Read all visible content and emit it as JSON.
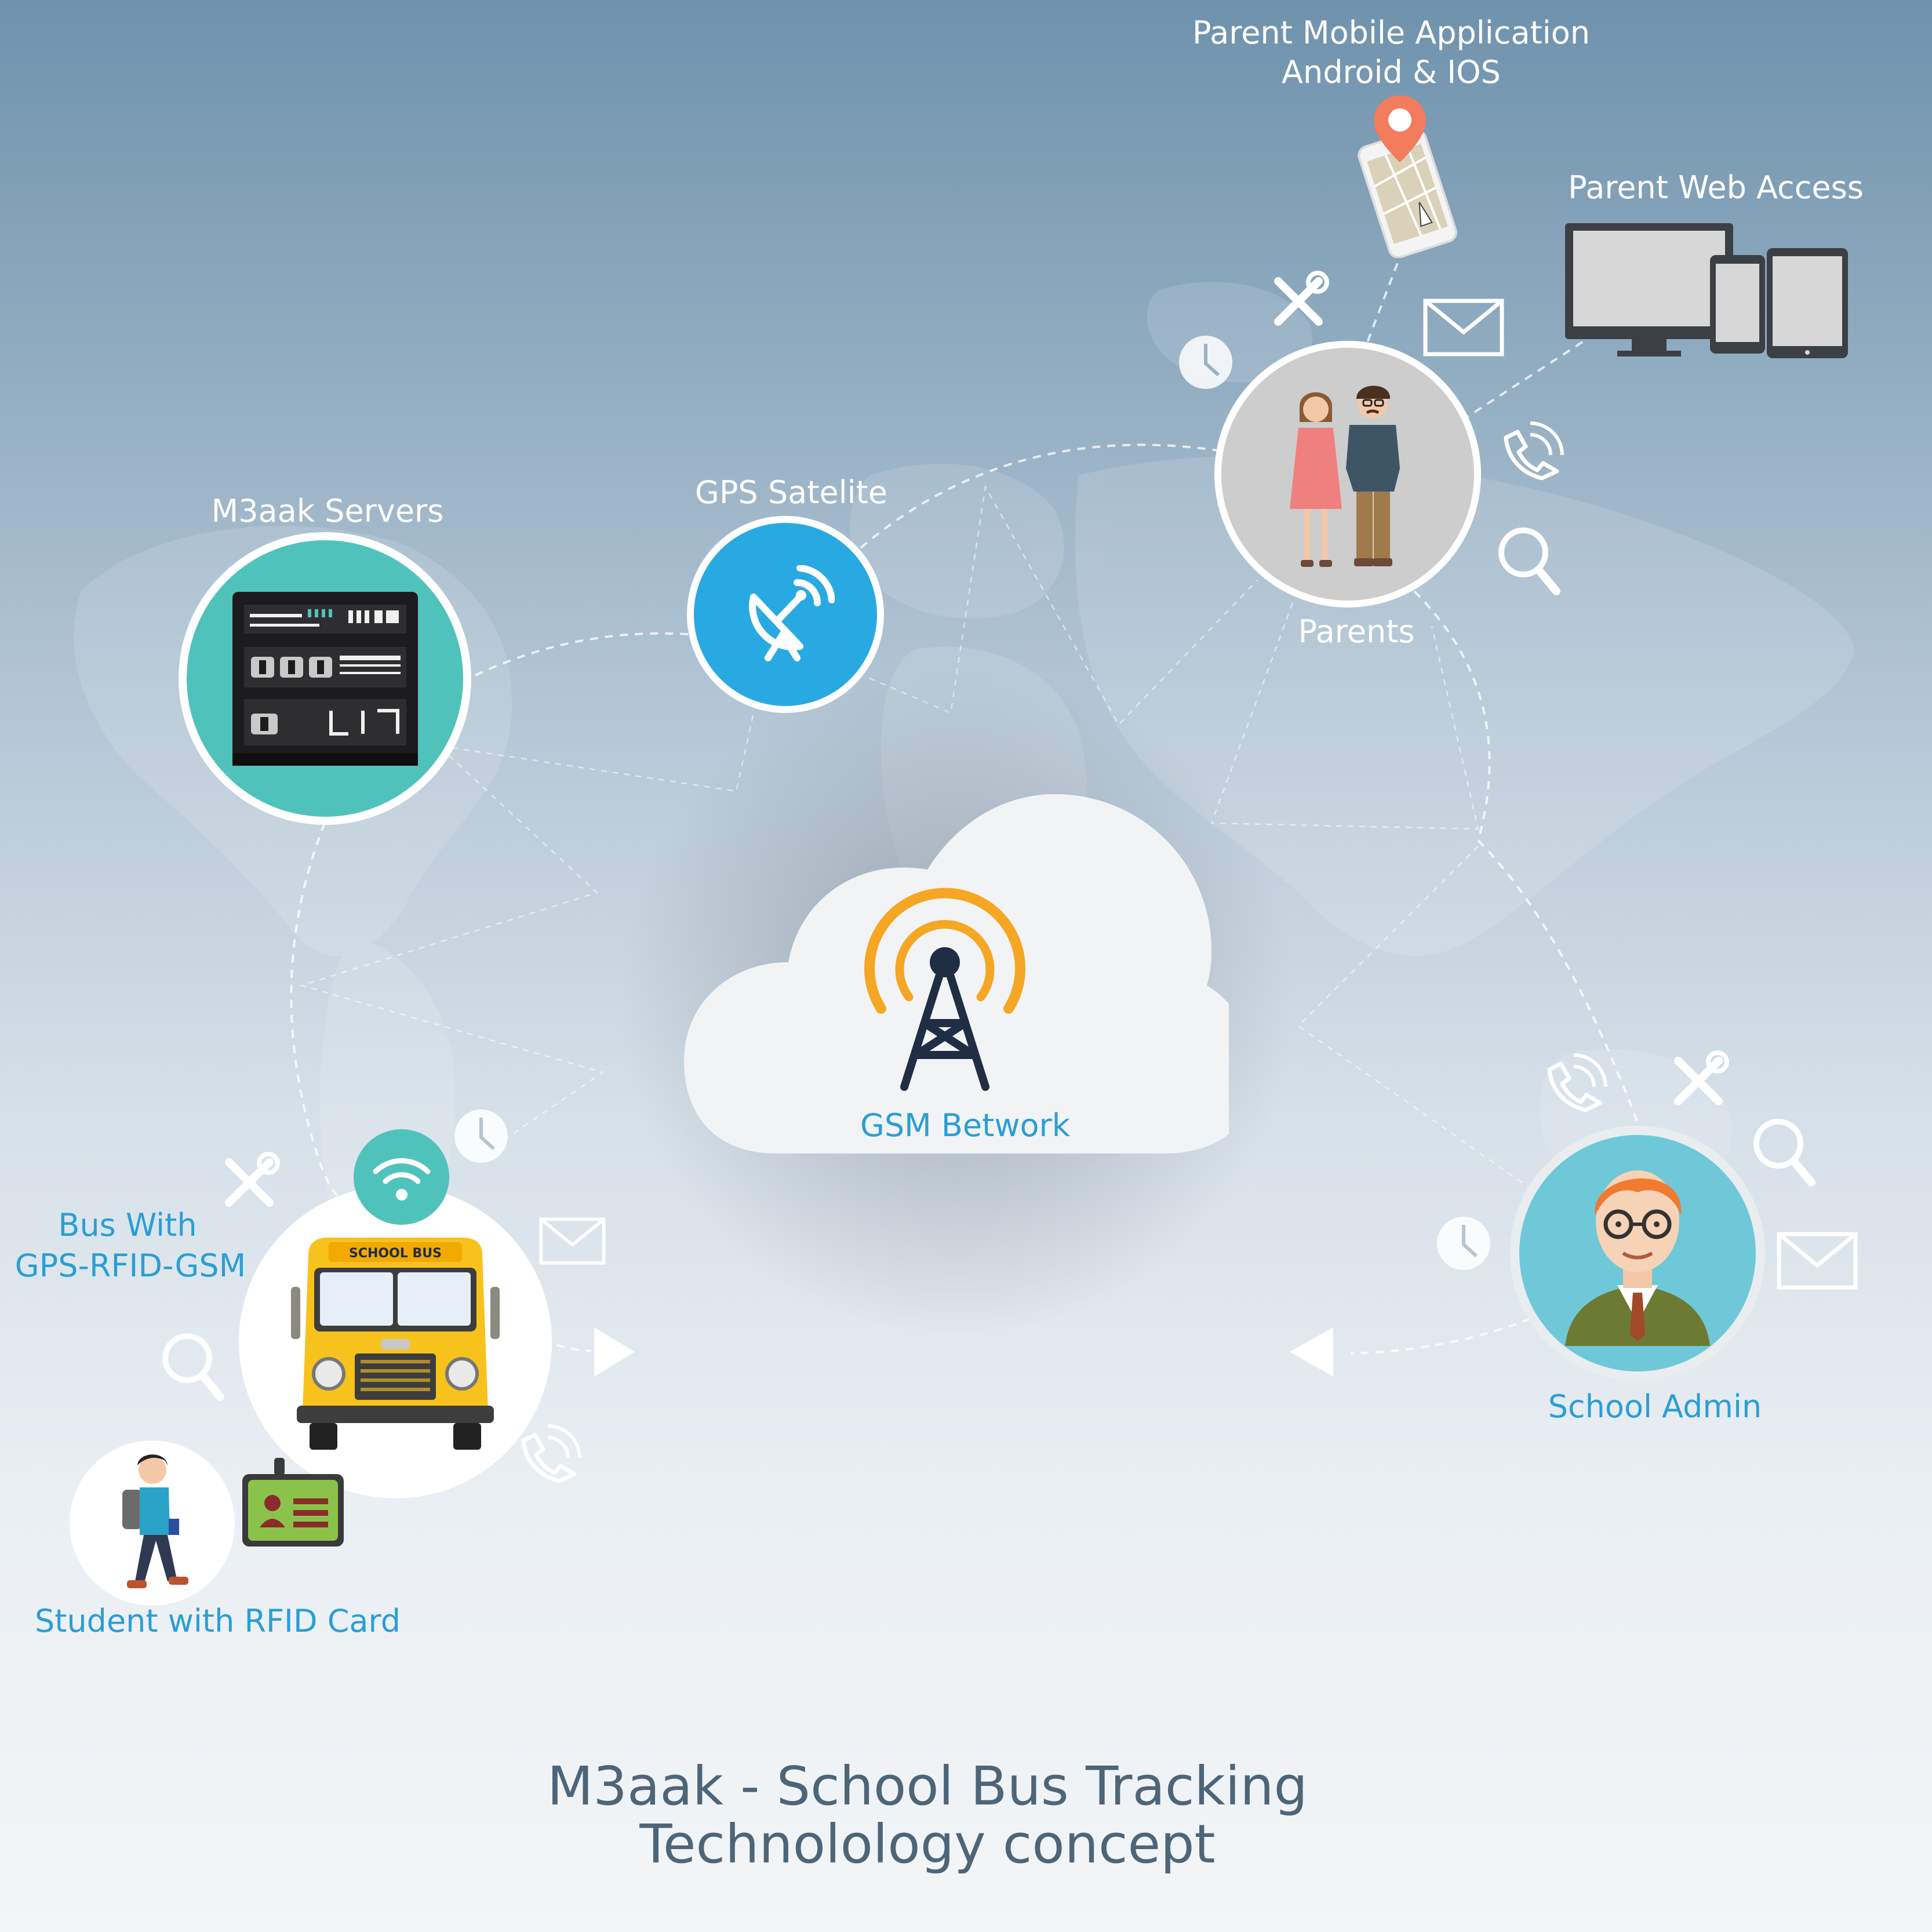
{
  "title": {
    "line1": "M3aak - School Bus Tracking",
    "line2": "Technolology concept"
  },
  "nodes": {
    "servers": "M3aak Servers",
    "gps": "GPS Satelite",
    "gsm": "GSM Betwork",
    "parents": "Parents",
    "mobile_app": {
      "line1": "Parent Mobile Application",
      "line2": "Android & IOS"
    },
    "web_access": "Parent Web Access",
    "bus": {
      "line1": "Bus With",
      "line2": "GPS-RFID-GSM",
      "sign": "SCHOOL BUS"
    },
    "student": "Student with RFID Card",
    "admin": "School Admin"
  },
  "colors": {
    "accent_blue": "#2a9ed6",
    "teal": "#4fc3bb",
    "antenna_orange": "#f5a623",
    "bus_yellow": "#f7c21c",
    "dark_navy": "#1f2d45"
  },
  "icons": [
    "clock-icon",
    "tools-icon",
    "mail-icon",
    "phone-icon",
    "search-icon",
    "wifi-icon",
    "location-pin-icon",
    "satellite-dish-icon",
    "antenna-tower-icon"
  ]
}
